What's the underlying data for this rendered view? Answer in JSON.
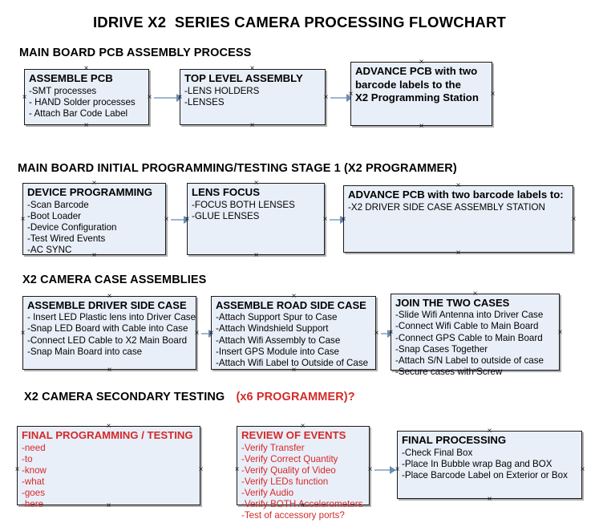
{
  "document": {
    "title": "IDRIVE X2  SERIES CAMERA PROCESSING FLOWCHART",
    "accent_red": "#d42a2a",
    "box_fill": "#e9eff8",
    "connector_color": "#9fb6d0"
  },
  "sections": [
    {
      "id": "main-board-pcb-assembly",
      "heading": "MAIN BOARD PCB ASSEMBLY PROCESS",
      "heading_suffix": "",
      "boxes": [
        {
          "id": "assemble-pcb",
          "title": "ASSEMBLE PCB",
          "lines": [
            "-SMT processes",
            "- HAND Solder processes",
            "- Attach Bar Code Label"
          ]
        },
        {
          "id": "top-level-assembly",
          "title": "TOP LEVEL ASSEMBLY",
          "lines": [
            "-LENS HOLDERS",
            "-LENSES"
          ]
        },
        {
          "id": "advance-pcb-x2-programming-station",
          "title": "ADVANCE PCB with two",
          "title_line2": "barcode labels to the",
          "title_line3": " X2 Programming Station",
          "lines": []
        }
      ]
    },
    {
      "id": "main-board-initial-programming",
      "heading": "MAIN BOARD INITIAL PROGRAMMING/TESTING STAGE 1 (X2 PROGRAMMER)",
      "heading_suffix": "",
      "boxes": [
        {
          "id": "device-programming",
          "title": "DEVICE PROGRAMMING",
          "lines": [
            "-Scan Barcode",
            "-Boot Loader",
            "-Device Configuration",
            "-Test Wired Events",
            "-AC SYNC"
          ]
        },
        {
          "id": "lens-focus",
          "title": "LENS FOCUS",
          "lines": [
            "-FOCUS BOTH LENSES",
            "-GLUE LENSES"
          ]
        },
        {
          "id": "advance-pcb-driver-side-case",
          "title": "ADVANCE PCB with two barcode labels to:",
          "lines": [
            "-X2 DRIVER  SIDE  CASE  ASSEMBLY STATION"
          ]
        }
      ]
    },
    {
      "id": "x2-camera-case-assemblies",
      "heading": "X2 CAMERA CASE ASSEMBLIES",
      "heading_suffix": "",
      "boxes": [
        {
          "id": "assemble-driver-side-case",
          "title": "ASSEMBLE DRIVER SIDE CASE",
          "lines": [
            "- Insert LED Plastic lens into Driver Case",
            "-Snap LED Board with Cable into Case",
            "-Connect LED Cable to X2 Main Board",
            "-Snap Main Board into case"
          ]
        },
        {
          "id": "assemble-road-side-case",
          "title": "ASSEMBLE ROAD SIDE CASE",
          "lines": [
            "-Attach Support Spur to Case",
            "-Attach Windshield Support",
            "-Attach Wifi Assembly to Case",
            "-Insert GPS Module into Case",
            "-Attach Wifi Label to Outside of Case"
          ]
        },
        {
          "id": "join-the-two-cases",
          "title": "JOIN THE TWO CASES",
          "lines": [
            "-Slide Wifi Antenna into Driver Case",
            "-Connect Wifi Cable to Main Board",
            "-Connect GPS Cable to Main Board",
            "-Snap Cases Together",
            "-Attach S/N Label to outside of case",
            "-Secure cases with Screw"
          ]
        }
      ]
    },
    {
      "id": "x2-camera-secondary-testing",
      "heading": "X2 CAMERA SECONDARY TESTING",
      "heading_suffix": "(x6 PROGRAMMER)?",
      "boxes": [
        {
          "id": "final-programming-testing",
          "title": "FINAL PROGRAMMING / TESTING",
          "lines": [
            "-need",
            "-to",
            "-know",
            "-what",
            "-goes",
            "-here"
          ]
        },
        {
          "id": "review-of-events",
          "title": "REVIEW OF EVENTS",
          "lines": [
            "-Verify Transfer",
            "-Verify Correct Quantity",
            "-Verify Quality of Video",
            "-Verify LEDs function",
            "-Verify Audio",
            "-Verify BOTH Accelerometers",
            "-Test of accessory ports?"
          ]
        },
        {
          "id": "final-processing",
          "title": "FINAL PROCESSING",
          "lines": [
            " -Check Final Box",
            "-Place In Bubble wrap Bag and BOX",
            "-Place Barcode Label on Exterior or Box"
          ]
        }
      ]
    }
  ]
}
